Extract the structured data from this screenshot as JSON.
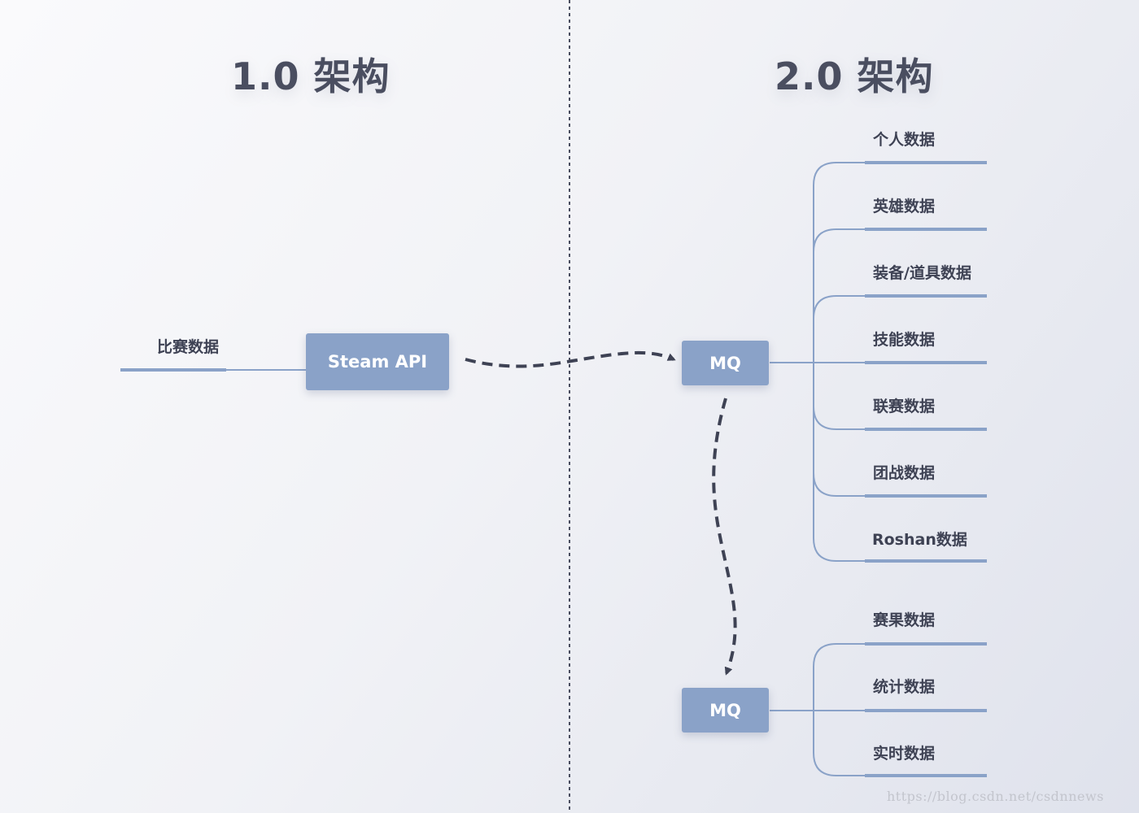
{
  "titles": {
    "v1": "1.0 架构",
    "v2": "2.0 架构"
  },
  "v1": {
    "leaf": "比赛数据",
    "node": "Steam API"
  },
  "v2": {
    "mq_top": "MQ",
    "mq_bottom": "MQ",
    "top_branches": [
      "个人数据",
      "英雄数据",
      "装备/道具数据",
      "技能数据",
      "联赛数据",
      "团战数据",
      "Roshan数据"
    ],
    "bottom_branches": [
      "赛果数据",
      "统计数据",
      "实时数据"
    ]
  },
  "watermark": "https://blog.csdn.net/csdnnews",
  "colors": {
    "node": "#8aa2c8",
    "line": "#8aa2c8",
    "arrow": "#3e4254",
    "title": "#4a4e60"
  }
}
